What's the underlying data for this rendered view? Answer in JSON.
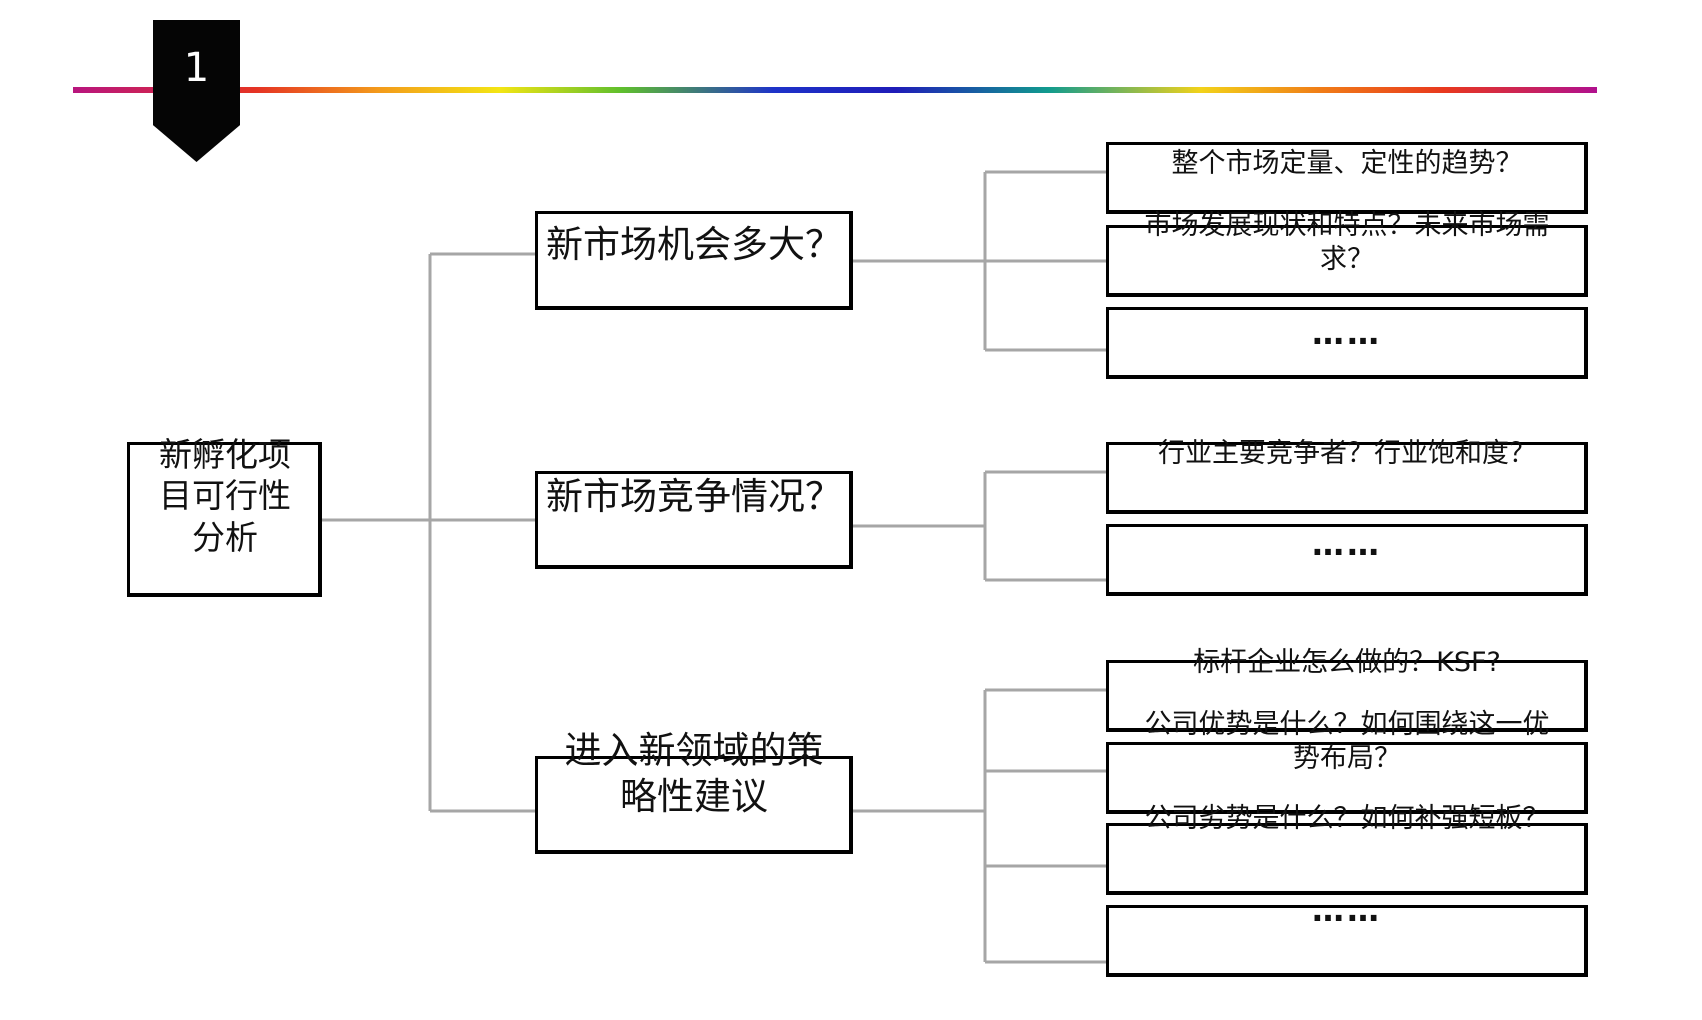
{
  "slide": {
    "number": "1"
  },
  "tree": {
    "root": {
      "label": "新孵化项目可行性分析"
    },
    "branches": [
      {
        "label": "新市场机会多大？",
        "children": [
          "整个市场定量、定性的趋势？",
          "市场发展现状和特点？未来市场需求？",
          "……"
        ]
      },
      {
        "label": "新市场竞争情况？",
        "children": [
          "行业主要竞争者？行业饱和度？",
          "……"
        ]
      },
      {
        "label": "进入新领域的策略性建议",
        "children": [
          "标杆企业怎么做的？KSF?",
          "公司优势是什么？如何围绕这一优势布局？",
          "公司劣势是什么？如何补强短板？",
          "……"
        ]
      }
    ]
  },
  "colors": {
    "connector": "#a6a6a6",
    "box_border": "#000000",
    "badge": "#050505"
  }
}
